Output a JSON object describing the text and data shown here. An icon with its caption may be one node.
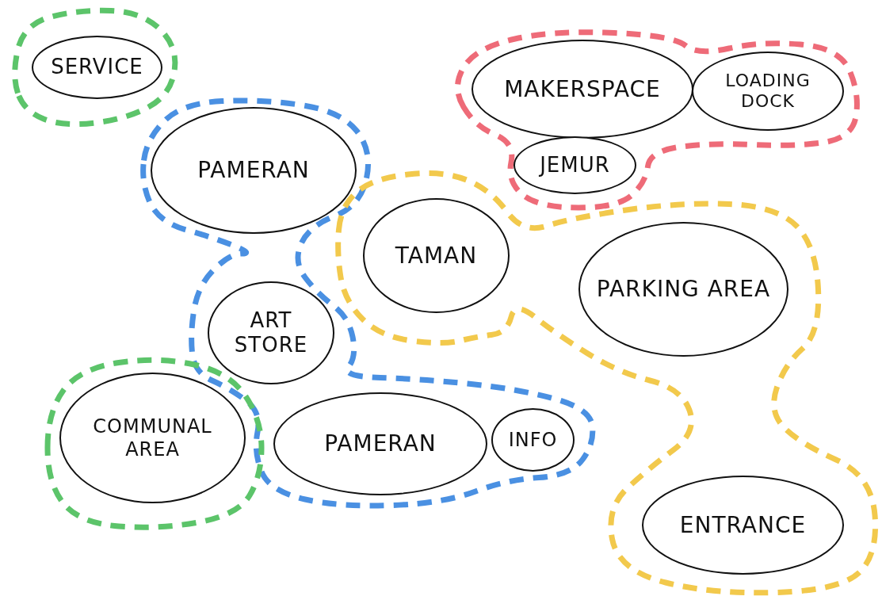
{
  "diagram": {
    "nodes": [
      {
        "text": [],
        "shape": "cloud"
      },
      {
        "text": [
          "SERVICE"
        ],
        "in": 0
      },
      {
        "text": [],
        "shape": "cloud"
      },
      {
        "text": [
          "MAKERSPACE"
        ],
        "in": 2
      },
      {
        "text": [
          "LOADING DOCK"
        ],
        "in": 2
      },
      {
        "text": [
          "JEMUR"
        ],
        "in": 2
      },
      {
        "text": [],
        "shape": "cloud"
      },
      {
        "text": [
          "PAMERAN"
        ],
        "in": 6
      },
      {
        "text": [
          "ART STORE"
        ],
        "in": 6
      },
      {
        "text": [],
        "shape": "cloud"
      },
      {
        "text": [
          "TAMAN"
        ],
        "in": 9
      },
      {
        "text": [
          "PARKING AREA"
        ],
        "in": 9
      },
      {
        "text": [],
        "shape": "cloud"
      },
      {
        "text": [
          "COMMUNAL AREA"
        ],
        "in": 12
      },
      {
        "text": [
          "PAMERAN"
        ],
        "in": 6
      },
      {
        "text": [
          "INFO"
        ],
        "in": 6
      },
      {
        "text": [
          "ENTRANCE"
        ],
        "in": 9
      }
    ],
    "edges": []
  }
}
